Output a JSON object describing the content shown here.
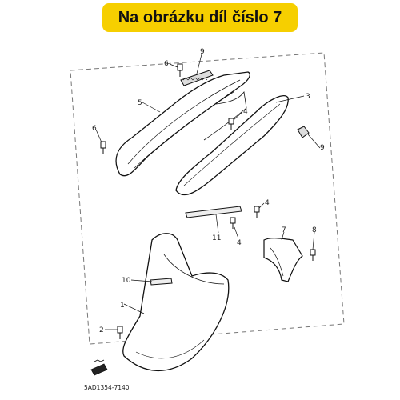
{
  "banner": {
    "text": "Na obrázku díl číslo 7",
    "color": "#f6cf00"
  },
  "diagram": {
    "callouts": [
      "1",
      "2",
      "3",
      "4",
      "4",
      "4",
      "5",
      "6",
      "6",
      "7",
      "8",
      "9",
      "9",
      "10",
      "11"
    ],
    "catalog_code": "5AD1354-7140"
  }
}
